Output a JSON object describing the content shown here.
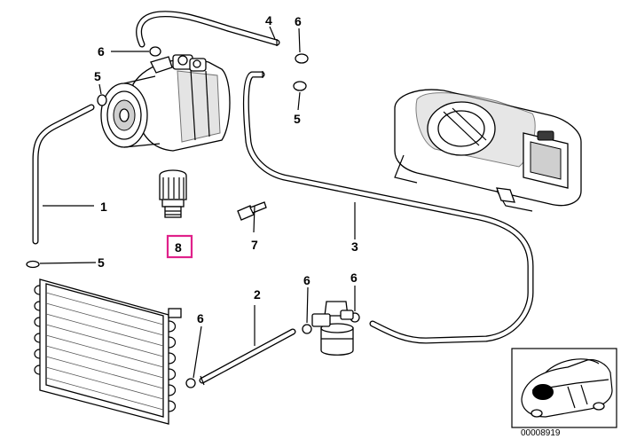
{
  "callouts": {
    "c1": "1",
    "c2": "2",
    "c3": "3",
    "c4": "4",
    "c5_left_top": "5",
    "c5_left_bottom": "5",
    "c5_right": "5",
    "c6_top_left": "6",
    "c6_top_right": "6",
    "c6_condenser": "6",
    "c6_drier_left": "6",
    "c6_drier_right": "6",
    "c7": "7",
    "c8": "8"
  },
  "highlight": {
    "part": "8",
    "color": "#e0218a"
  },
  "thumbnail": {
    "diagram_number": "00008919"
  }
}
